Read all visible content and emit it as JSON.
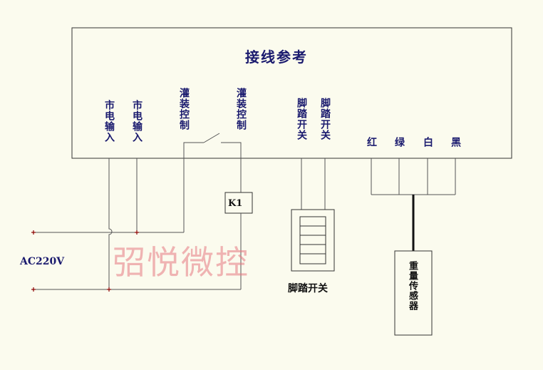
{
  "diagram": {
    "title": "接线参考",
    "terminals": {
      "mains_in_1": "市电输入",
      "mains_in_2": "市电输入",
      "fill_ctrl_1": "灌装控制",
      "fill_ctrl_2": "灌装控制",
      "foot_sw_1": "脚踏开关",
      "foot_sw_2": "脚踏开关",
      "red": "红",
      "green": "绿",
      "white": "白",
      "black": "黑"
    },
    "relay_label": "K1",
    "power_label": "AC220V",
    "foot_switch_label": "脚踏开关",
    "load_cell_label": "重量传感器",
    "watermark": "弨悦微控"
  },
  "colors": {
    "background": "#fbfbee",
    "line": "#555555",
    "node": "#8b0000",
    "text": "#1a1a6e",
    "watermark": "#e67882"
  }
}
